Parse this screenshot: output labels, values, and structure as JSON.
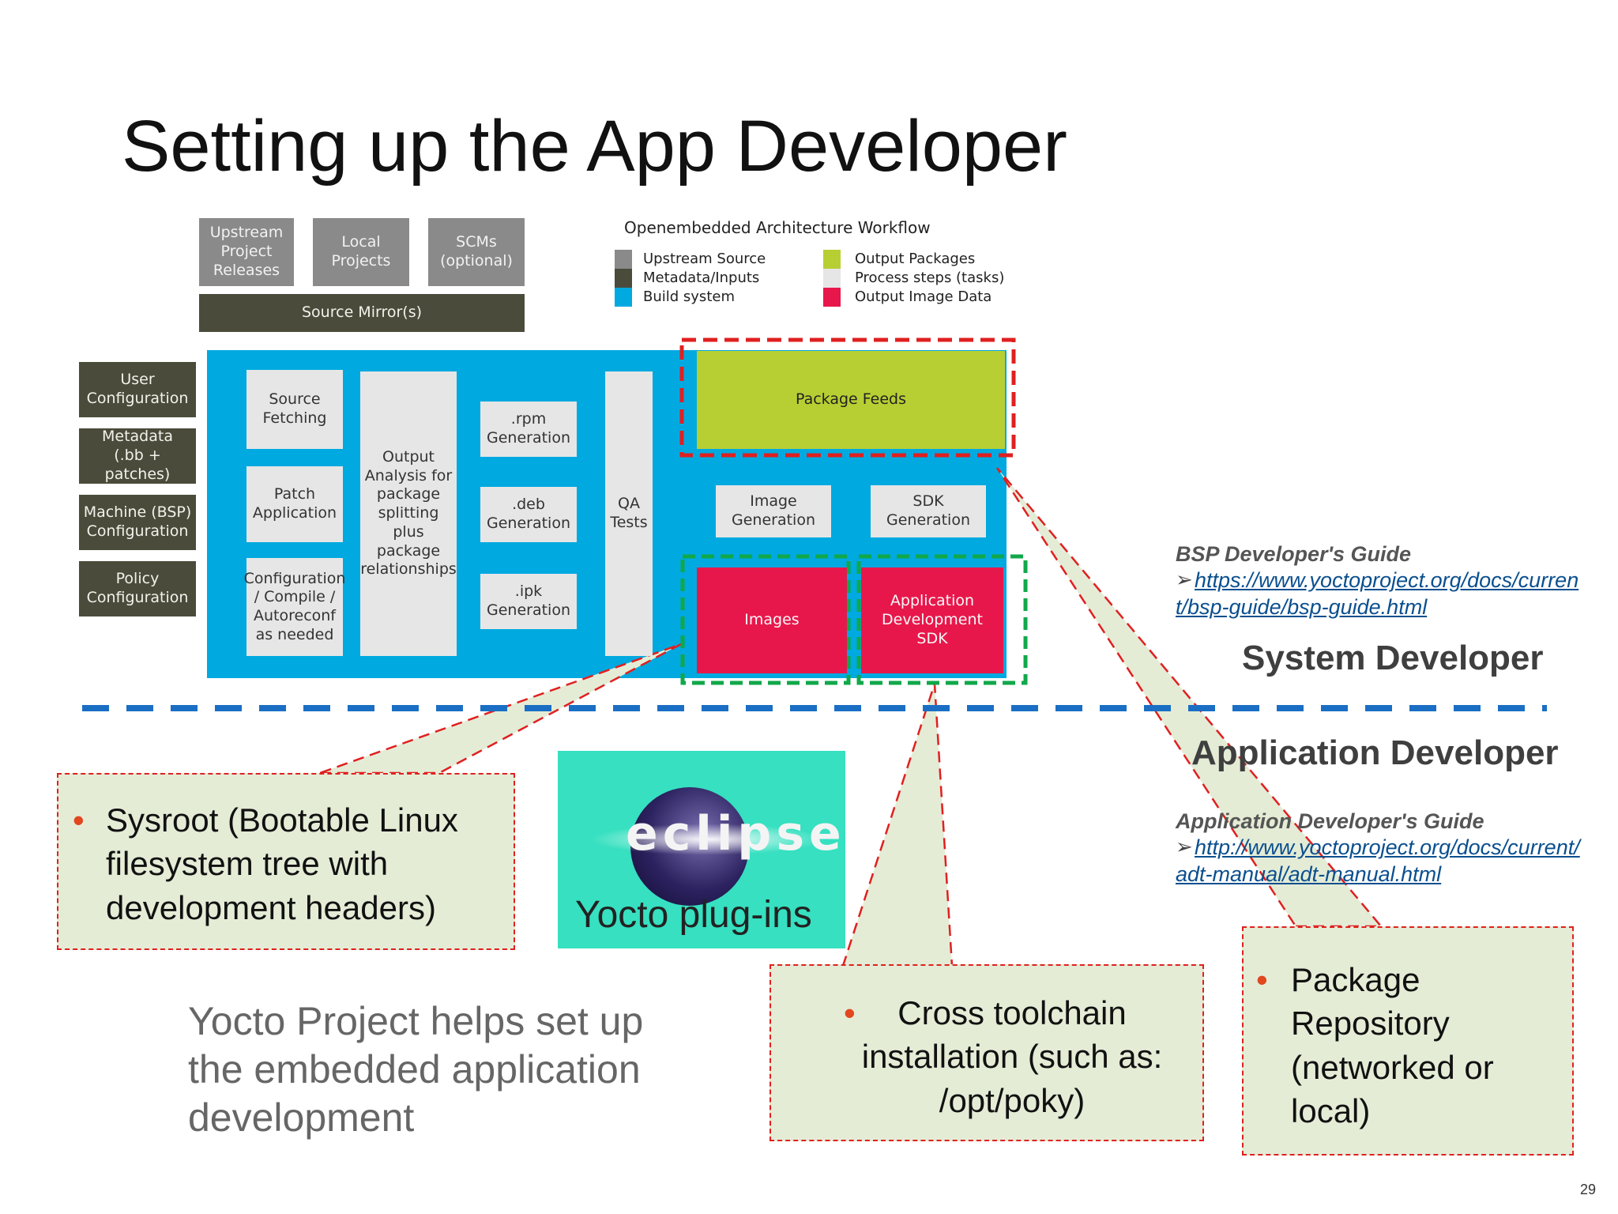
{
  "title": "Setting up the App Developer",
  "workflow": {
    "heading": "Openembedded Architecture Workflow",
    "legend": [
      {
        "label": "Upstream Source",
        "color": "#8a8a8a"
      },
      {
        "label": "Metadata/Inputs",
        "color": "#4a4b3a"
      },
      {
        "label": "Build system",
        "color": "#00a9e0"
      },
      {
        "label": "Output Packages",
        "color": "#b8cf33"
      },
      {
        "label": "Process steps (tasks)",
        "color": "#e6e6e6"
      },
      {
        "label": "Output Image Data",
        "color": "#e8174b"
      }
    ],
    "upstream": {
      "releases": "Upstream\nProject\nReleases",
      "local": "Local\nProjects",
      "scms": "SCMs\n(optional)",
      "mirror": "Source Mirror(s)"
    },
    "inputs": {
      "user_config": "User\nConfiguration",
      "metadata": "Metadata\n(.bb + patches)",
      "machine": "Machine (BSP)\nConfiguration",
      "policy": "Policy\nConfiguration"
    },
    "steps": {
      "source_fetching": "Source\nFetching",
      "patch_application": "Patch\nApplication",
      "configuration": "Configuration\n/ Compile /\nAutoreconf\nas needed",
      "output_analysis": "Output\nAnalysis for\npackage\nsplitting plus\npackage\nrelationships",
      "rpm": ".rpm\nGeneration",
      "deb": ".deb\nGeneration",
      "ipk": ".ipk\nGeneration",
      "qa": "QA\nTests",
      "image_generation": "Image\nGeneration",
      "sdk_generation": "SDK\nGeneration"
    },
    "outputs": {
      "package_feeds": "Package Feeds",
      "images": "Images",
      "app_sdk": "Application\nDevelopment\nSDK"
    }
  },
  "callouts": {
    "sysroot": "Sysroot (Bootable Linux filesystem tree with development headers)",
    "toolchain": "Cross toolchain installation (such as: /opt/poky)",
    "repository": "Package Repository (networked or local)"
  },
  "eclipse": {
    "logo_text": "eclipse",
    "plugins_label": "Yocto plug-ins"
  },
  "roles": {
    "system": "System Developer",
    "application": "Application Developer"
  },
  "guides": {
    "bsp_title": "BSP Developer's Guide",
    "bsp_link": "https://www.yoctoproject.org/docs/curren\nt/bsp-guide/bsp-guide.html",
    "adt_title": "Application Developer's Guide",
    "adt_link": "http://www.yoctoproject.org/docs/current/\nadt-manual/adt-manual.html"
  },
  "note": "Yocto Project helps set up the embedded application development",
  "page_number": "29",
  "colors": {
    "build_system": "#00a9e0",
    "divider": "#1a6fc4",
    "callout_fill": "#e4ecd6",
    "callout_border": "#e02020",
    "green_dash": "#11a84a",
    "bullet": "#e2471f"
  }
}
